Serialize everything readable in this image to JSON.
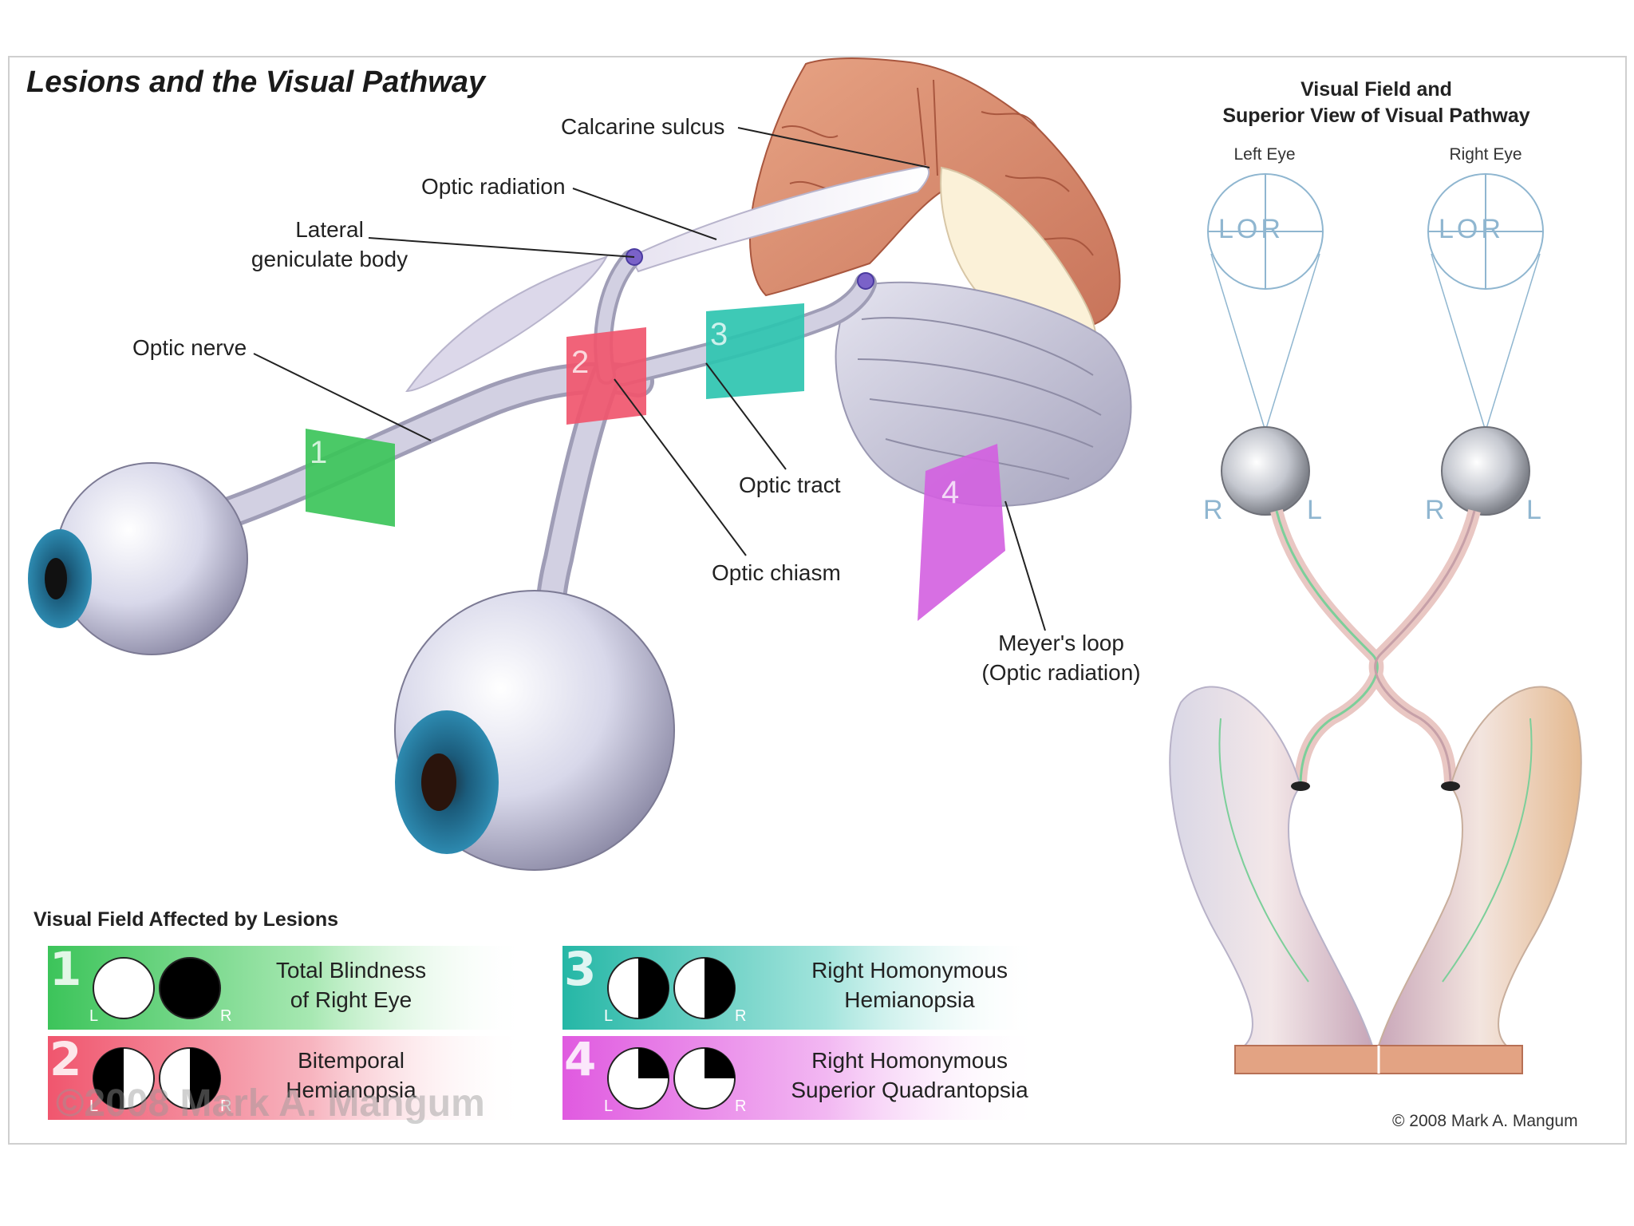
{
  "title": "Lesions and the Visual Pathway",
  "labels": {
    "calcarine": "Calcarine sulcus",
    "optic_radiation": "Optic radiation",
    "lgb_line1": "Lateral",
    "lgb_line2": "geniculate body",
    "optic_nerve": "Optic nerve",
    "optic_tract": "Optic tract",
    "optic_chiasm": "Optic chiasm",
    "meyer_line1": "Meyer's loop",
    "meyer_line2": "(Optic radiation)"
  },
  "lesion_markers": [
    "1",
    "2",
    "3",
    "4"
  ],
  "right_panel": {
    "title_line1": "Visual Field and",
    "title_line2": "Superior View of Visual Pathway",
    "left_eye": "Left Eye",
    "right_eye": "Right Eye",
    "field_letters": "LOR",
    "side_R": "R",
    "side_L": "L",
    "copyright": "© 2008 Mark A. Mangum"
  },
  "legend": {
    "title": "Visual Field Affected by Lesions",
    "items": [
      {
        "num": "1",
        "line1": "Total Blindness",
        "line2": "of Right Eye",
        "color": "#3cc45a"
      },
      {
        "num": "2",
        "line1": "Bitemporal",
        "line2": "Hemianopsia",
        "color": "#f0566e"
      },
      {
        "num": "3",
        "line1": "Right Homonymous",
        "line2": "Hemianopsia",
        "color": "#2ec4b0"
      },
      {
        "num": "4",
        "line1": "Right Homonymous",
        "line2": "Superior Quadrantopsia",
        "color": "#e05ae0"
      }
    ],
    "L": "L",
    "R": "R",
    "watermark": "©2008 Mark A. Mangum"
  },
  "colors": {
    "lesion1": "#3cc45a",
    "lesion2": "#f0566e",
    "lesion3": "#2ec4b0",
    "lesion4": "#d35fe0",
    "brain": "#d98c6a",
    "nerve": "#cfcde0"
  }
}
